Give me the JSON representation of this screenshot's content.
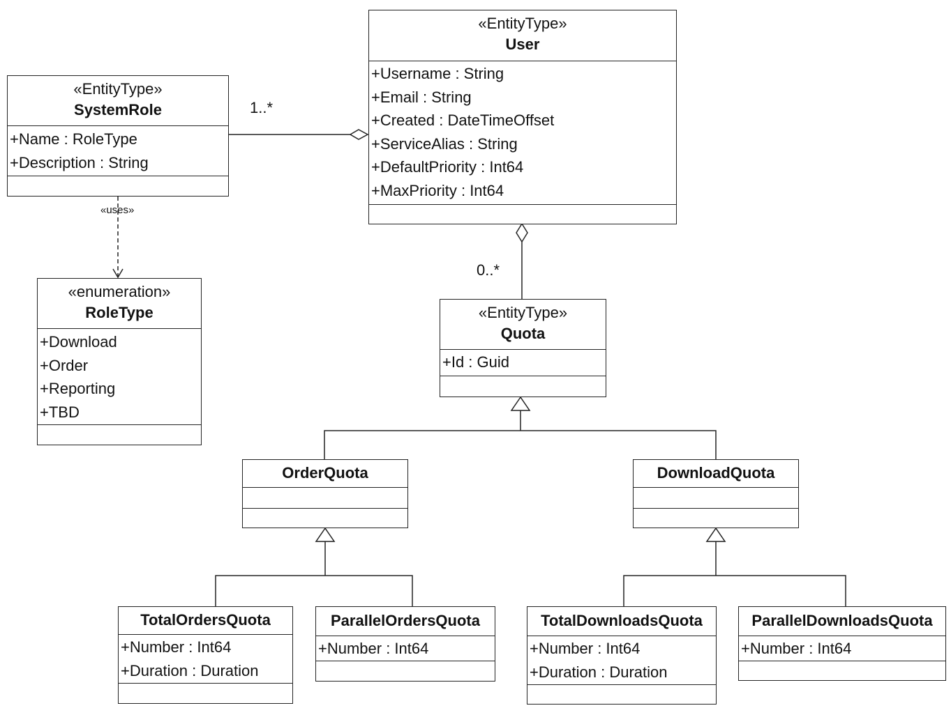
{
  "classes": {
    "user": {
      "stereotype": "«EntityType»",
      "name": "User",
      "attributes": [
        "+Username : String",
        "+Email : String",
        "+Created : DateTimeOffset",
        "+ServiceAlias : String",
        "+DefaultPriority : Int64",
        "+MaxPriority : Int64"
      ]
    },
    "system_role": {
      "stereotype": "«EntityType»",
      "name": "SystemRole",
      "attributes": [
        "+Name : RoleType",
        "+Description : String"
      ]
    },
    "role_type": {
      "stereotype": "«enumeration»",
      "name": "RoleType",
      "attributes": [
        "+Download",
        "+Order",
        "+Reporting",
        "+TBD"
      ]
    },
    "quota": {
      "stereotype": "«EntityType»",
      "name": "Quota",
      "attributes": [
        "+Id : Guid"
      ]
    },
    "order_quota": {
      "name": "OrderQuota",
      "attributes": []
    },
    "download_quota": {
      "name": "DownloadQuota",
      "attributes": []
    },
    "total_orders_quota": {
      "name": "TotalOrdersQuota",
      "attributes": [
        "+Number : Int64",
        "+Duration : Duration"
      ]
    },
    "parallel_orders_quota": {
      "name": "ParallelOrdersQuota",
      "attributes": [
        "+Number : Int64"
      ]
    },
    "total_downloads_quota": {
      "name": "TotalDownloadsQuota",
      "attributes": [
        "+Number : Int64",
        "+Duration : Duration"
      ]
    },
    "parallel_downloads_quota": {
      "name": "ParallelDownloadsQuota",
      "attributes": [
        "+Number : Int64"
      ]
    }
  },
  "relations": {
    "systemrole_user_multiplicity": "1..*",
    "user_quota_multiplicity": "0..*",
    "uses_label": "«uses»"
  }
}
